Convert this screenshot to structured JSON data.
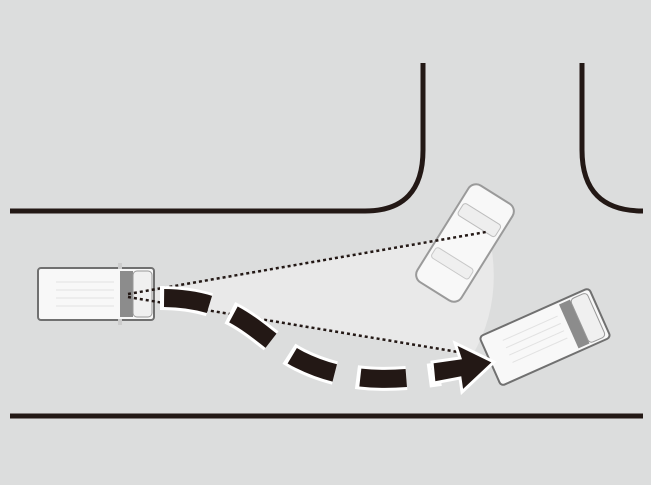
{
  "colors": {
    "background": "#dcdddd",
    "road_line": "#231815",
    "arrow": "#231815",
    "arrow_outline": "#ffffff",
    "car_body": "#f7f7f7",
    "car_outline": "#8a8a8a",
    "sensor_fan": "#ebebeb"
  },
  "icons": [
    "vehicle-own",
    "vehicle-parked",
    "vehicle-approaching",
    "path-arrow",
    "sensor-line"
  ]
}
